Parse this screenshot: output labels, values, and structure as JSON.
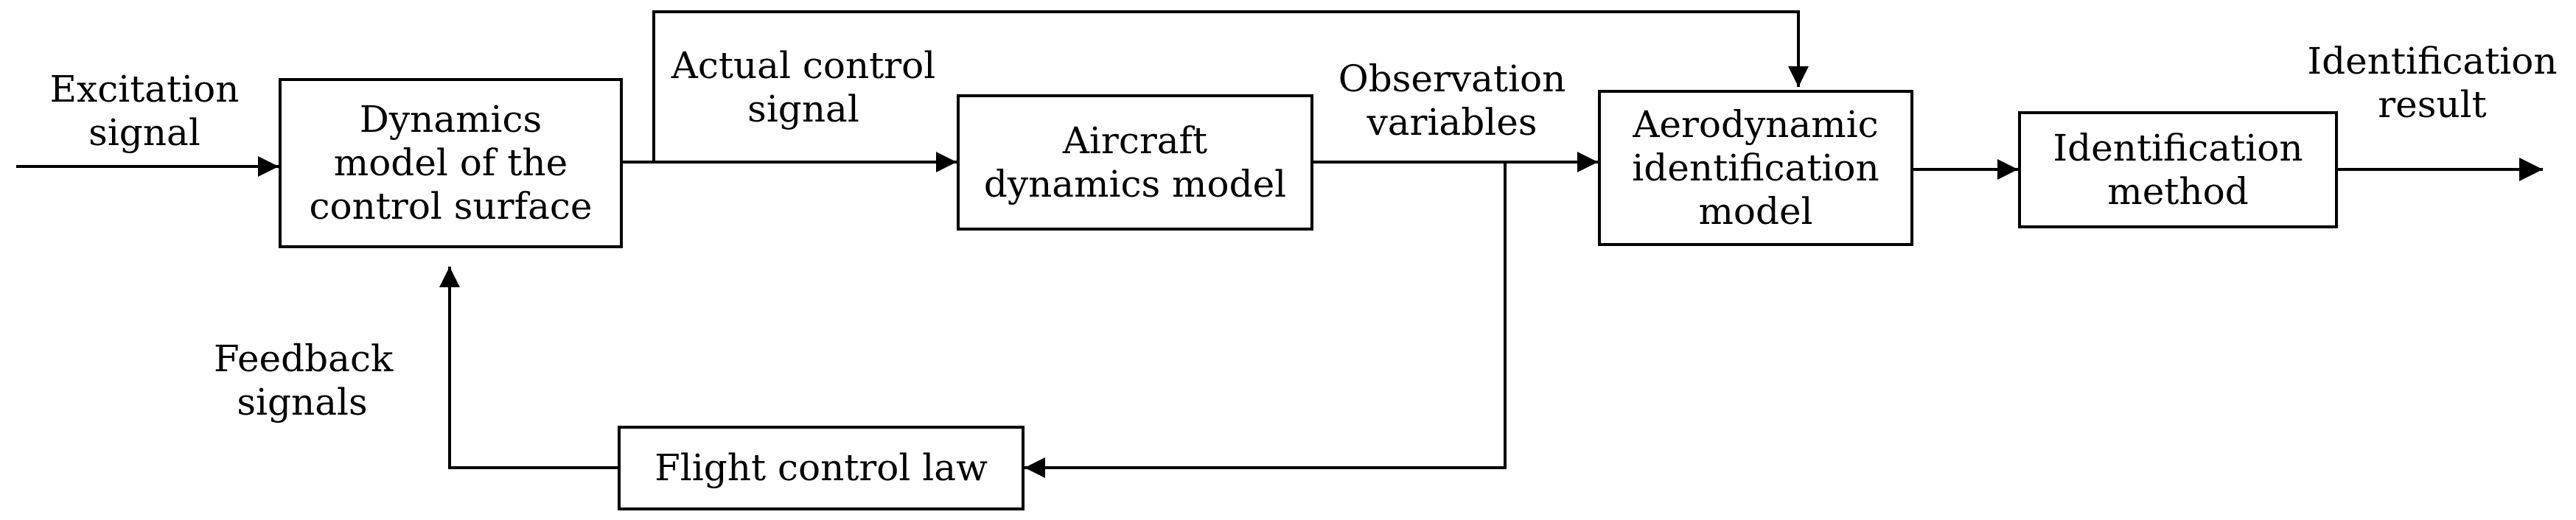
{
  "blocks": {
    "control_surface": {
      "lines": [
        "Dynamics",
        "model of the",
        "control surface"
      ]
    },
    "aircraft": {
      "lines": [
        "Aircraft",
        "dynamics model"
      ]
    },
    "aero_id": {
      "lines": [
        "Aerodynamic",
        "identification",
        "model"
      ]
    },
    "id_method": {
      "lines": [
        "Identification",
        "method"
      ]
    },
    "flight_law": {
      "lines": [
        "Flight control law"
      ]
    }
  },
  "labels": {
    "excitation": {
      "lines": [
        "Excitation",
        "signal"
      ]
    },
    "actual_control": {
      "lines": [
        "Actual control",
        "signal"
      ]
    },
    "observation": {
      "lines": [
        "Observation",
        "variables"
      ]
    },
    "result": {
      "lines": [
        "Identification",
        "result"
      ]
    },
    "feedback": {
      "lines": [
        "Feedback",
        "signals"
      ]
    }
  },
  "style": {
    "line_color": "#000000",
    "background": "#ffffff"
  }
}
